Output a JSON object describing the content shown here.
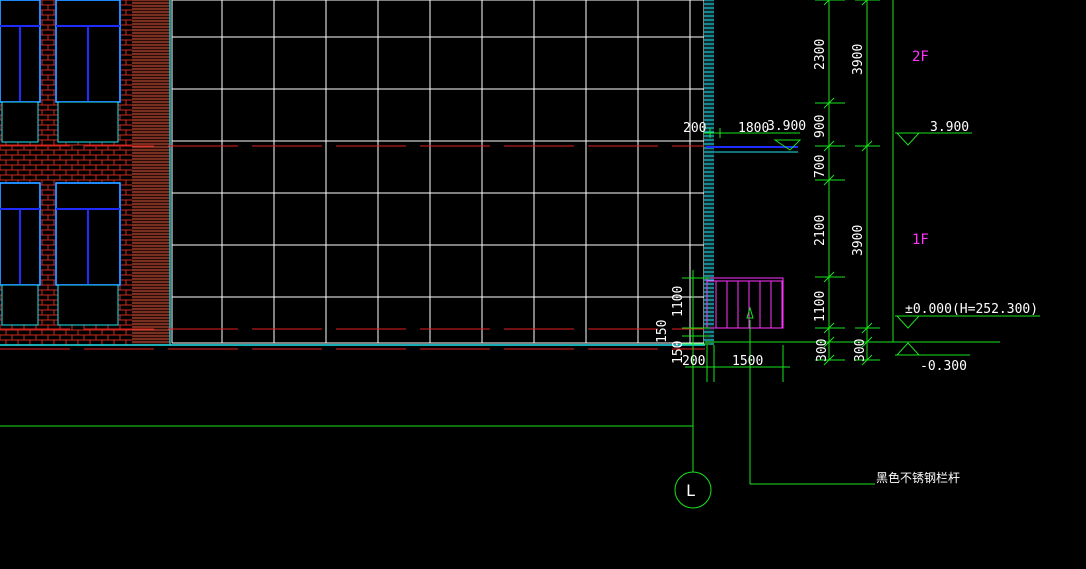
{
  "colors": {
    "bg": "#000000",
    "grid": "#ffffff",
    "brick": "#cc2a1e",
    "dim": "#19e21e",
    "cyan": "#1fe4f0",
    "blue": "#1e2cff",
    "magenta": "#ff33ff",
    "red": "#e02020",
    "text": "#ffffff",
    "label": "#ffffff"
  },
  "dims_vertical_inner": [
    "2300",
    "900",
    "700",
    "2100",
    "1100",
    "300"
  ],
  "dims_vertical_outer": [
    "3900",
    "3900",
    "300"
  ],
  "floor_labels": [
    "2F",
    "1F"
  ],
  "elevations": {
    "top": "3.900",
    "ground": "±0.000(H=252.300)",
    "below": "-0.300",
    "canopy": "3.900"
  },
  "canopy_dims": {
    "left": "200",
    "right": "1800"
  },
  "railing_dims": {
    "height": "1100",
    "upper_small": "150",
    "lower_small": "150",
    "width_left": "200",
    "width_main": "1500"
  },
  "axis_label": "L",
  "railing_note": "黑色不锈钢栏杆"
}
